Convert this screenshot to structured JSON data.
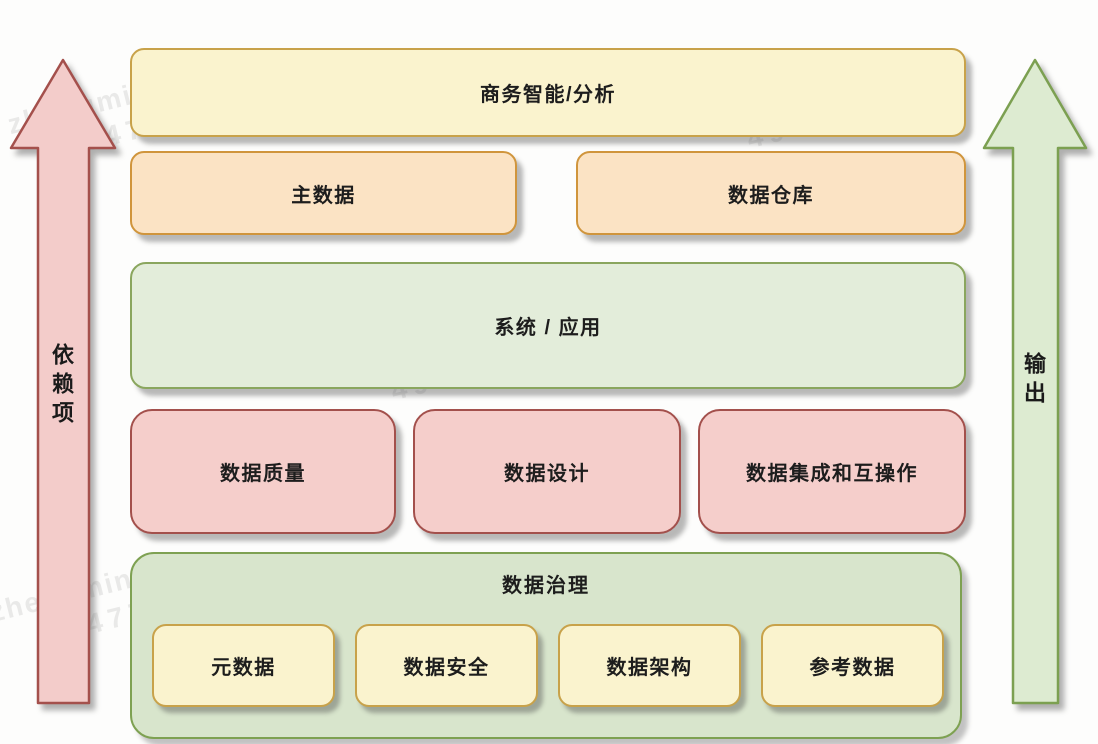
{
  "watermark": {
    "line1": "zhengminghua",
    "line2": "49477"
  },
  "arrows": {
    "left": {
      "label": "依赖项"
    },
    "right": {
      "label": "输出"
    }
  },
  "layers": {
    "business_intelligence": {
      "label": "商务智能/分析"
    },
    "master_data": {
      "label": "主数据"
    },
    "data_warehouse": {
      "label": "数据仓库"
    },
    "systems_applications": {
      "label": "系统 / 应用"
    },
    "data_quality": {
      "label": "数据质量"
    },
    "data_design": {
      "label": "数据设计"
    },
    "data_integration": {
      "label": "数据集成和互操作"
    },
    "governance": {
      "label": "数据治理",
      "children": [
        {
          "label": "元数据"
        },
        {
          "label": "数据安全"
        },
        {
          "label": "数据架构"
        },
        {
          "label": "参考数据"
        }
      ]
    }
  },
  "colors": {
    "yellow_fill": "#FAF3CE",
    "yellow_border": "#C8A24A",
    "orange_fill": "#FBE3C4",
    "orange_border": "#D0953C",
    "green_fill": "#E3EDDA",
    "green_border": "#8AA65E",
    "pink_fill": "#F5CECB",
    "pink_border": "#A3504C",
    "governance_fill": "#D8E5CC",
    "governance_border": "#7EA152",
    "arrow_left_fill": "#F3CCCA",
    "arrow_left_border": "#A4504C",
    "arrow_right_fill": "#DDEBD1",
    "arrow_right_border": "#7CA051",
    "text": "#1d1d1d"
  }
}
